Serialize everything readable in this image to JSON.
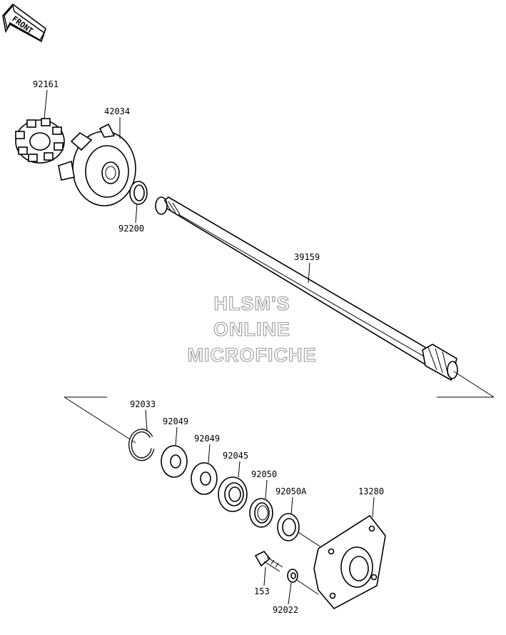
{
  "front_badge": {
    "label": "FRONT"
  },
  "watermark": {
    "lines": [
      "HLSM'S",
      "ONLINE",
      "MICROFICHE"
    ]
  },
  "parts": [
    {
      "number": "92161"
    },
    {
      "number": "42034"
    },
    {
      "number": "92200"
    },
    {
      "number": "39159"
    },
    {
      "number": "92033"
    },
    {
      "number": "92049"
    },
    {
      "number": "92049"
    },
    {
      "number": "92045"
    },
    {
      "number": "92050"
    },
    {
      "number": "92050A"
    },
    {
      "number": "13280"
    },
    {
      "number": "153"
    },
    {
      "number": "92022"
    }
  ]
}
